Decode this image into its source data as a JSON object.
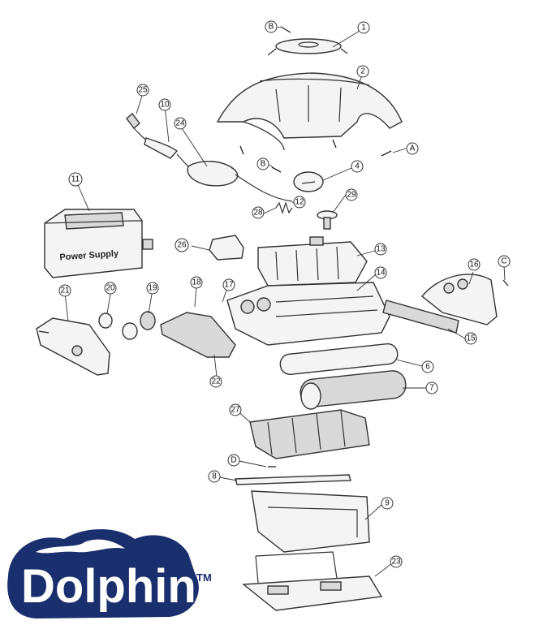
{
  "callouts": [
    {
      "id": "c1",
      "text": "1"
    },
    {
      "id": "c2",
      "text": "2"
    },
    {
      "id": "c4",
      "text": "4"
    },
    {
      "id": "c6",
      "text": "6"
    },
    {
      "id": "c7",
      "text": "7"
    },
    {
      "id": "c8",
      "text": "8"
    },
    {
      "id": "c9",
      "text": "9"
    },
    {
      "id": "c10",
      "text": "10"
    },
    {
      "id": "c11",
      "text": "11"
    },
    {
      "id": "c12",
      "text": "12"
    },
    {
      "id": "c13",
      "text": "13"
    },
    {
      "id": "c14",
      "text": "14"
    },
    {
      "id": "c15",
      "text": "15"
    },
    {
      "id": "c16",
      "text": "16"
    },
    {
      "id": "c17",
      "text": "17"
    },
    {
      "id": "c18",
      "text": "18"
    },
    {
      "id": "c19",
      "text": "19"
    },
    {
      "id": "c20",
      "text": "20"
    },
    {
      "id": "c21",
      "text": "21"
    },
    {
      "id": "c22",
      "text": "22"
    },
    {
      "id": "c23",
      "text": "23"
    },
    {
      "id": "c24",
      "text": "24"
    },
    {
      "id": "c25",
      "text": "25"
    },
    {
      "id": "c26",
      "text": "26"
    },
    {
      "id": "c27",
      "text": "27"
    },
    {
      "id": "c28",
      "text": "28"
    },
    {
      "id": "c29",
      "text": "29"
    },
    {
      "id": "cA",
      "text": "A"
    },
    {
      "id": "cB1",
      "text": "B"
    },
    {
      "id": "cB2",
      "text": "B"
    },
    {
      "id": "cC",
      "text": "C"
    },
    {
      "id": "cD",
      "text": "D"
    }
  ],
  "power_supply_label": "Power Supply",
  "logo": {
    "brand": "Dolphin",
    "trademark": "TM",
    "brand_color": "#1a2f6e"
  }
}
